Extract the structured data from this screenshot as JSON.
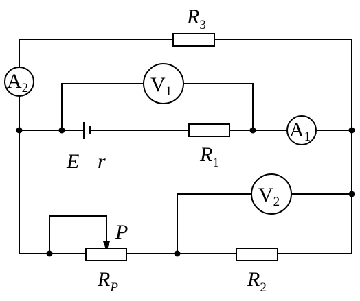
{
  "components": {
    "R3": {
      "main": "R",
      "sub": "3"
    },
    "R1": {
      "main": "R",
      "sub": "1"
    },
    "R2": {
      "main": "R",
      "sub": "2"
    },
    "RP": {
      "main": "R",
      "sub": "P"
    },
    "A1": {
      "main": "A",
      "sub": "1"
    },
    "A2": {
      "main": "A",
      "sub": "2"
    },
    "V1": {
      "main": "V",
      "sub": "1"
    },
    "V2": {
      "main": "V",
      "sub": "2"
    },
    "battery": {
      "emf": "E",
      "internal_resistance": "r"
    },
    "slider": {
      "label": "P"
    }
  }
}
